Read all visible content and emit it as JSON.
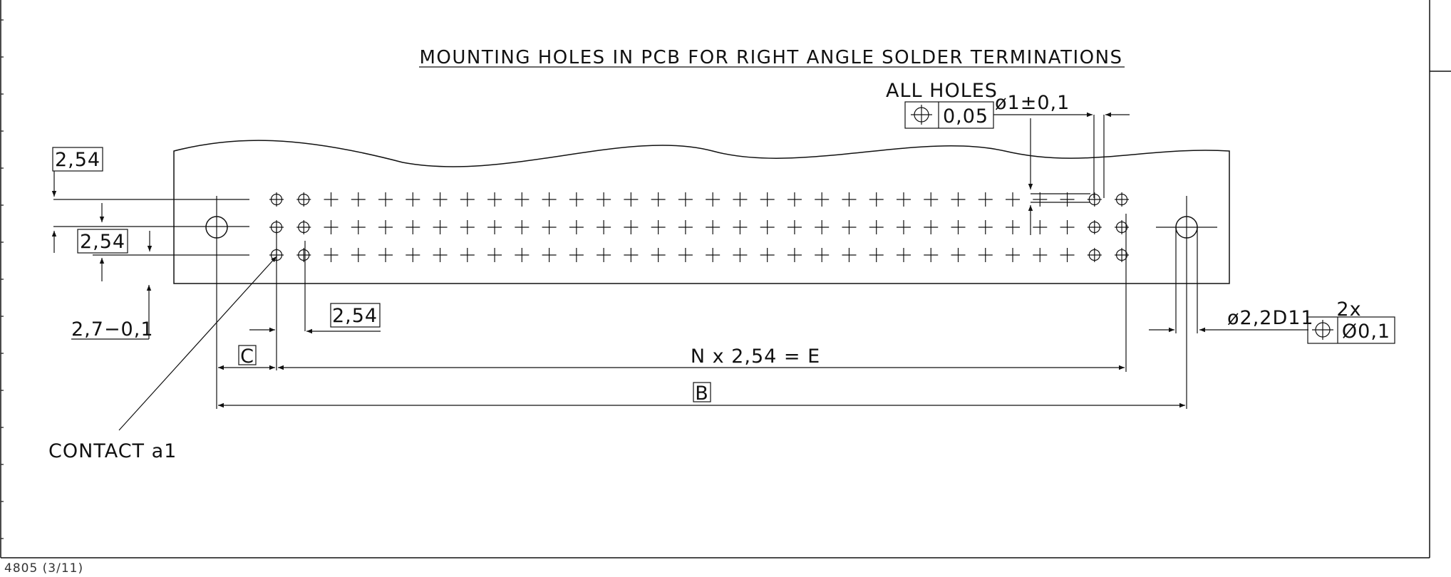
{
  "title": "MOUNTING HOLES IN PCB FOR RIGHT ANGLE SOLDER TERMINATIONS",
  "labels": {
    "pitch_top": "2,54",
    "pitch_rows": "2,54",
    "edge_offset": "2,7−0,1",
    "pitch_cols": "2,54",
    "datum_c": "C",
    "n_pitch": "N  x  2,54   =   E",
    "datum_b": "B",
    "contact": "CONTACT a1",
    "all_holes": "ALL HOLES",
    "position_tol": "0,05",
    "hole_dia": "ø1±0,1",
    "mount_hole_dia": "ø2,2D11",
    "mount_count": "2x",
    "mount_tol": "Ø0,1"
  },
  "footer": "4805 (3/11)",
  "colors": {
    "line": "#111111",
    "background": "#ffffff"
  }
}
